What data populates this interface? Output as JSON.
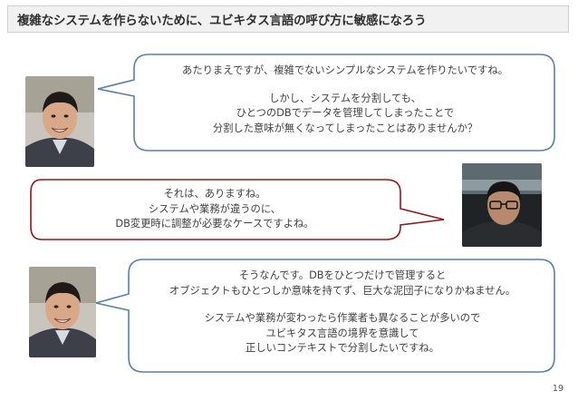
{
  "slide": {
    "title": "複雑なシステムを作らないために、ユビキタス言語の呼び方に敏感になろう",
    "page_number": "19"
  },
  "dialogue": [
    {
      "speaker_avatar": "smiling-man-avatar",
      "border_color": "#5b7fa6",
      "paragraphs": [
        [
          "あたりまえですが、複雑でないシンプルなシステムを作りたいですね。"
        ],
        [
          "しかし、システムを分割しても、",
          "ひとつのDBでデータを管理してしまったことで",
          "分割した意味が無くなってしまったことはありませんか？"
        ]
      ]
    },
    {
      "speaker_avatar": "glasses-man-avatar",
      "border_color": "#8b1a1a",
      "paragraphs": [
        [
          "それは、ありますね。",
          "システムや業務が違うのに、",
          "DB変更時に調整が必要なケースですよね。"
        ]
      ]
    },
    {
      "speaker_avatar": "smiling-man-avatar",
      "border_color": "#5b7fa6",
      "paragraphs": [
        [
          "そうなんです。DBをひとつだけで管理すると",
          "オブジェクトもひとつしか意味を持てず、巨大な泥団子になりかねません。"
        ],
        [
          "システムや業務が変わったら作業者も異なることが多いので",
          "ユビキタス言語の境界を意識して",
          "正しいコンテキストで分割したいですね。"
        ]
      ]
    }
  ]
}
